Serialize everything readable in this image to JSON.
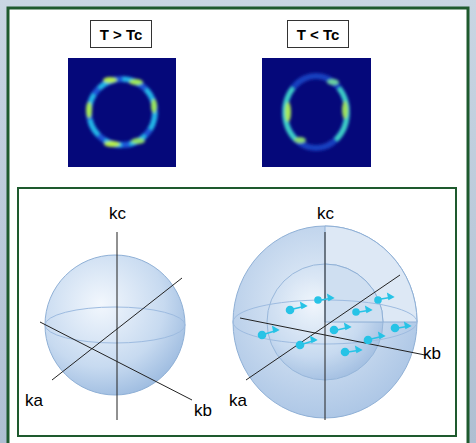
{
  "diagram": {
    "nodes": [
      {
        "text": [
          "T > Tc"
        ]
      },
      {
        "text": [
          "T < Tc"
        ]
      }
    ],
    "labels": [
      "kc",
      "ka",
      "kb",
      "kc",
      "ka",
      "kb"
    ]
  }
}
